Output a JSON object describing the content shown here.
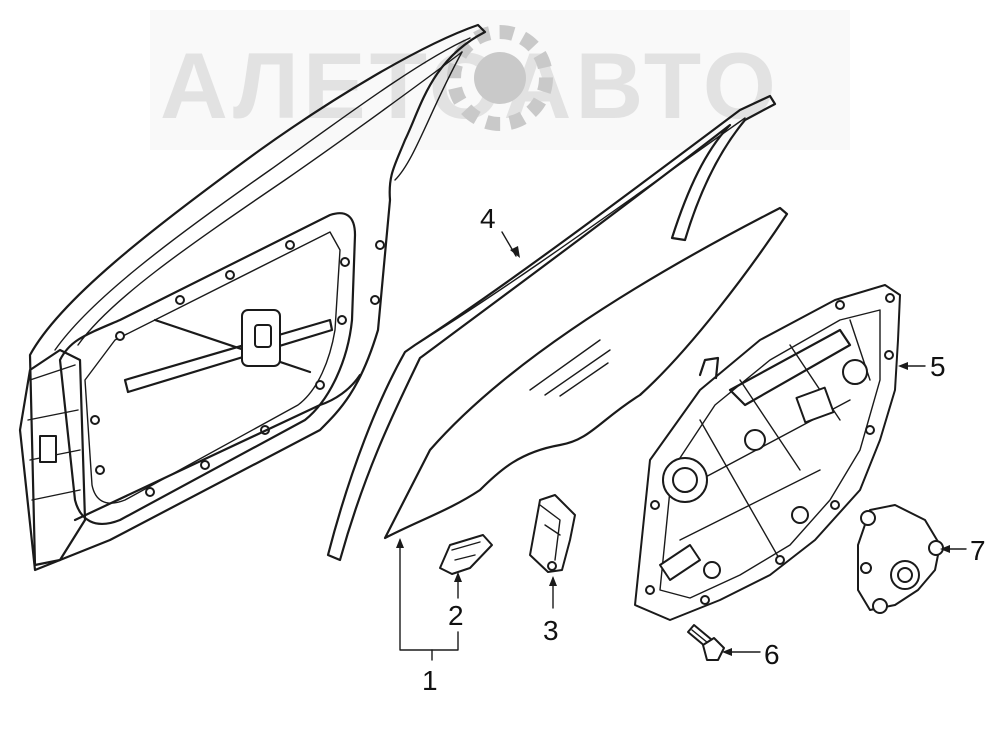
{
  "watermark": {
    "text": "АЛЕТОАВТО"
  },
  "callouts": [
    {
      "id": "1",
      "label": "1"
    },
    {
      "id": "2",
      "label": "2"
    },
    {
      "id": "3",
      "label": "3"
    },
    {
      "id": "4",
      "label": "4"
    },
    {
      "id": "5",
      "label": "5"
    },
    {
      "id": "6",
      "label": "6"
    },
    {
      "id": "7",
      "label": "7"
    }
  ],
  "colors": {
    "line": "#1a1a1a",
    "watermark": "#9a9a9a",
    "background": "#ffffff"
  }
}
